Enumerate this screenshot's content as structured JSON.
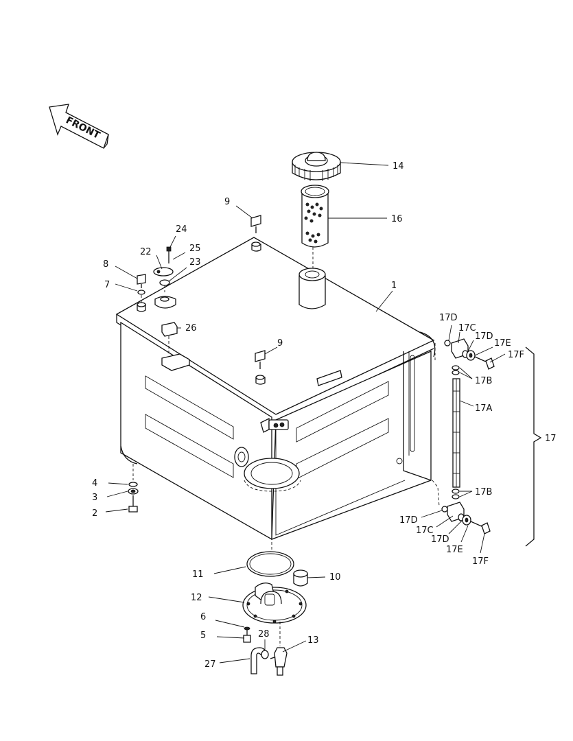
{
  "front_arrow": {
    "label": "FRONT"
  },
  "labels": {
    "l1": "1",
    "l2": "2",
    "l3": "3",
    "l4": "4",
    "l5": "5",
    "l6": "6",
    "l7": "7",
    "l8": "8",
    "l9a": "9",
    "l9b": "9",
    "l10": "10",
    "l11": "11",
    "l12": "12",
    "l13": "13",
    "l14": "14",
    "l16": "16",
    "l17": "17",
    "l17A": "17A",
    "l17B_top": "17B",
    "l17B_bot": "17B",
    "l17C_top": "17C",
    "l17C_bot": "17C",
    "l17D_top1": "17D",
    "l17D_top2": "17D",
    "l17D_bot1": "17D",
    "l17D_bot2": "17D",
    "l17E_top": "17E",
    "l17E_bot": "17E",
    "l17F_top": "17F",
    "l17F_bot": "17F",
    "l22": "22",
    "l23": "23",
    "l24": "24",
    "l25": "25",
    "l26": "26",
    "l27": "27",
    "l28": "28"
  }
}
